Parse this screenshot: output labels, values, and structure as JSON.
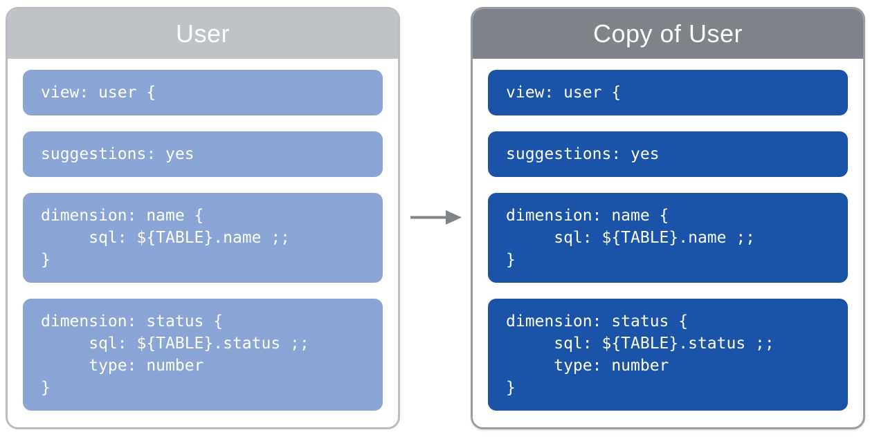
{
  "left_panel": {
    "title": "User",
    "header_color": "#bfc3c7",
    "block_color": "#8ba4d6",
    "blocks": [
      "view: user {",
      "suggestions: yes",
      "dimension: name {\n     sql: ${TABLE}.name ;;\n}",
      "dimension: status {\n     sql: ${TABLE}.status ;;\n     type: number\n}"
    ]
  },
  "right_panel": {
    "title": "Copy of User",
    "header_color": "#7d8389",
    "block_color": "#1b53a9",
    "blocks": [
      "view: user {",
      "suggestions: yes",
      "dimension: name {\n     sql: ${TABLE}.name ;;\n}",
      "dimension: status {\n     sql: ${TABLE}.status ;;\n     type: number\n}"
    ]
  },
  "arrow": {
    "direction": "right",
    "color": "#7f868b"
  }
}
